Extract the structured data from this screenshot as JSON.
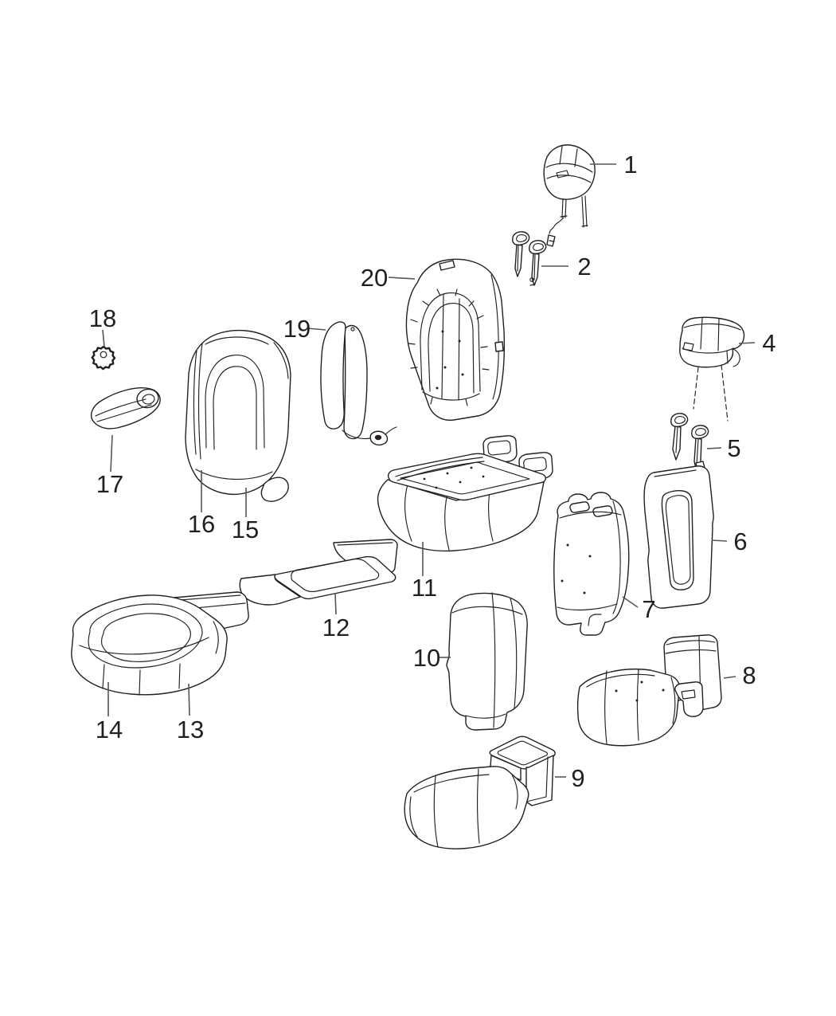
{
  "diagram": {
    "background_color": "#ffffff",
    "line_color": "#231f20",
    "leader_color": "#555555",
    "callouts": [
      {
        "num": "1"
      },
      {
        "num": "2"
      },
      {
        "num": "4"
      },
      {
        "num": "5"
      },
      {
        "num": "6"
      },
      {
        "num": "7"
      },
      {
        "num": "8"
      },
      {
        "num": "9"
      },
      {
        "num": "10"
      },
      {
        "num": "11"
      },
      {
        "num": "12"
      },
      {
        "num": "13"
      },
      {
        "num": "14"
      },
      {
        "num": "15"
      },
      {
        "num": "16"
      },
      {
        "num": "17"
      },
      {
        "num": "18"
      },
      {
        "num": "19"
      },
      {
        "num": "20"
      }
    ]
  }
}
